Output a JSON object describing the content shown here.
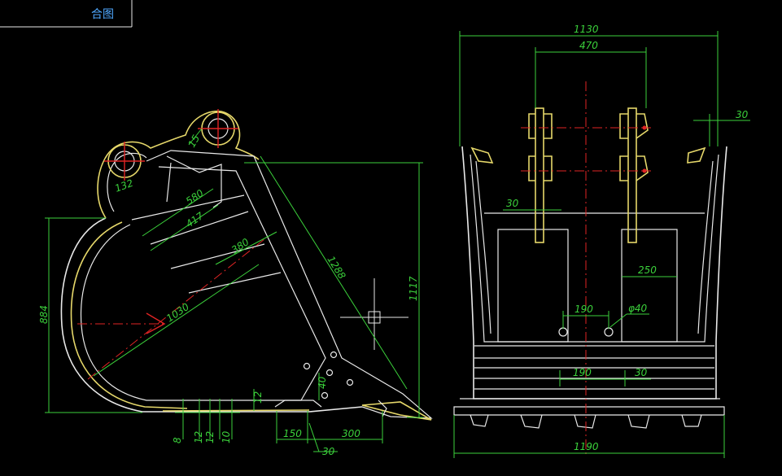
{
  "title_tag": "合图",
  "side_view": {
    "dims": {
      "d884": "884",
      "d1117": "1117",
      "d1288": "1288",
      "d1030": "1030",
      "d580": "580",
      "d417": "417",
      "d380": "380",
      "d132": "132",
      "d15": "15",
      "d8": "8",
      "d12a": "12",
      "d12b": "12",
      "d10": "10",
      "d12c": "12",
      "d40": "40",
      "d150": "150",
      "d300": "300",
      "d30": "30"
    }
  },
  "front_view": {
    "dims": {
      "d1130": "1130",
      "d470": "470",
      "d30top": "30",
      "d30left": "30",
      "d250": "250",
      "d190": "190",
      "phi40": "φ40",
      "d190b": "190",
      "d30b": "30",
      "d1190": "1190"
    }
  },
  "colors": {
    "dimension": "#3bd13b",
    "outline": "#e9e9e9",
    "centerline": "#e02424",
    "edge": "#e6d86a"
  }
}
